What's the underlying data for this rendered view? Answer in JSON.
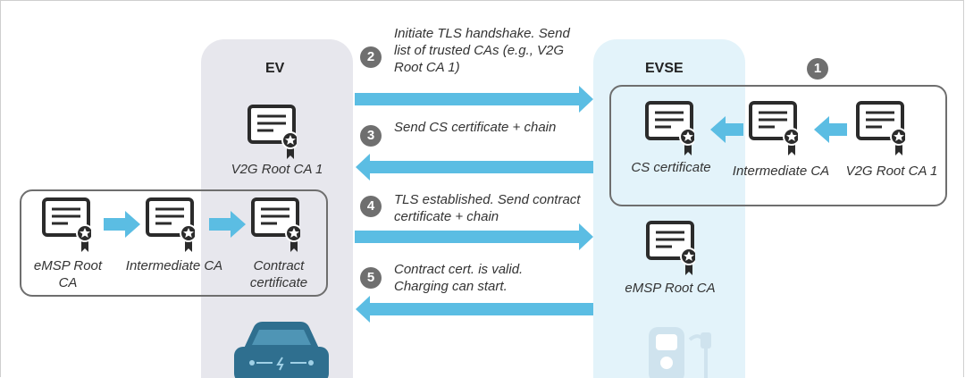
{
  "ev": {
    "title": "EV",
    "root_label": "V2G Root CA 1",
    "chain_labels": [
      "eMSP Root CA",
      "Intermediate CA",
      "Contract certificate"
    ]
  },
  "evse": {
    "title": "EVSE",
    "step": "1",
    "chain_labels": [
      "CS certificate",
      "Intermediate CA",
      "V2G Root CA 1"
    ],
    "emsp_label": "eMSP Root CA"
  },
  "messages": [
    {
      "step": "2",
      "text": "Initiate TLS handshake. Send list of trusted CAs (e.g., V2G Root CA 1)"
    },
    {
      "step": "3",
      "text": "Send CS certificate + chain"
    },
    {
      "step": "4",
      "text": "TLS established. Send contract certificate + chain"
    },
    {
      "step": "5",
      "text": "Contract cert. is valid. Charging can start."
    }
  ],
  "colors": {
    "arrow": "#5bbde3",
    "icon": "#2b2b2b",
    "ev_column": "#e7e7ed",
    "evse_column": "#e3f3fa",
    "car": "#2f6f8f"
  },
  "icons": [
    "certificate-icon",
    "car-icon",
    "charger-icon"
  ]
}
